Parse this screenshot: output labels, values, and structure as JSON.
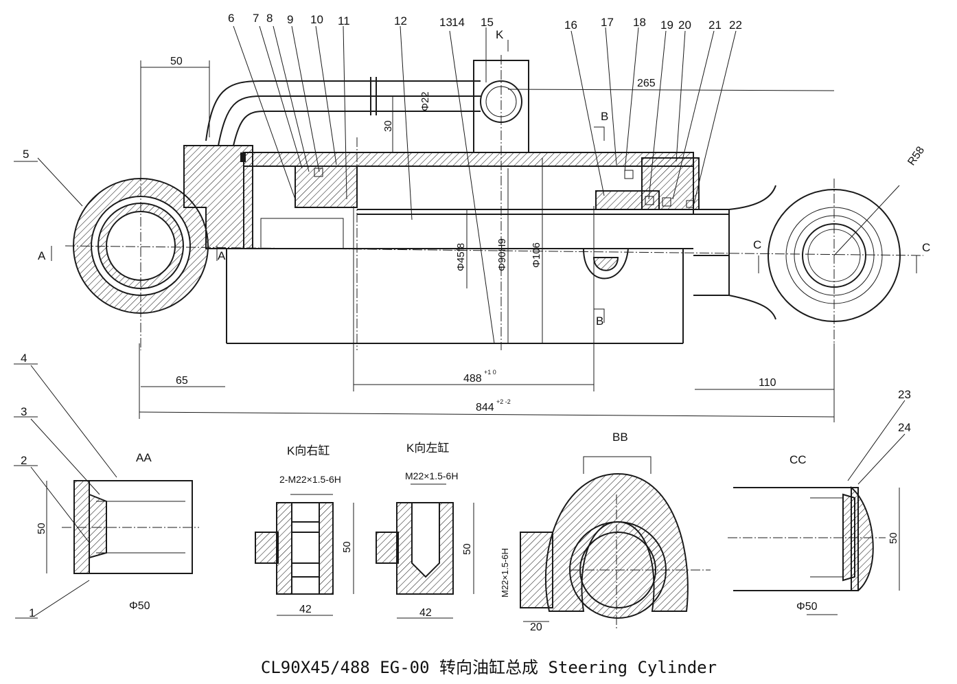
{
  "caption": "CL90X45/488 EG-00 转向油缸总成 Steering Cylinder",
  "balloons": [
    "1",
    "2",
    "3",
    "4",
    "5",
    "6",
    "7",
    "8",
    "9",
    "10",
    "11",
    "12",
    "13",
    "14",
    "15",
    "16",
    "17",
    "18",
    "19",
    "20",
    "21",
    "22",
    "23",
    "24"
  ],
  "dimensions": {
    "d50_top": "50",
    "d65": "65",
    "d488": "488",
    "d488_tol": "+1 0",
    "d844": "844",
    "d844_tol": "+2 -2",
    "d110": "110",
    "d265": "265",
    "r58": "R58",
    "d30": "30",
    "phi22": "Φ22",
    "phi45": "Φ45f8",
    "phi90": "Φ90H9",
    "phi106": "Φ106",
    "aa_50": "50",
    "aa_phi50": "Φ50",
    "kr_thread": "2-M22×1.5-6H",
    "kr_50": "50",
    "kr_42": "42",
    "kl_thread": "M22×1.5-6H",
    "kl_50": "50",
    "kl_42": "42",
    "bb_thread": "M22×1.5-6H",
    "bb_20": "20",
    "cc_50": "50",
    "cc_phi50": "Φ50"
  },
  "section_marks": {
    "a": "A",
    "b": "B",
    "c": "C",
    "k": "K"
  },
  "view_titles": {
    "aa": "AA",
    "k_right": "K向右缸",
    "k_left": "K向左缸",
    "bb": "BB",
    "cc": "CC"
  }
}
